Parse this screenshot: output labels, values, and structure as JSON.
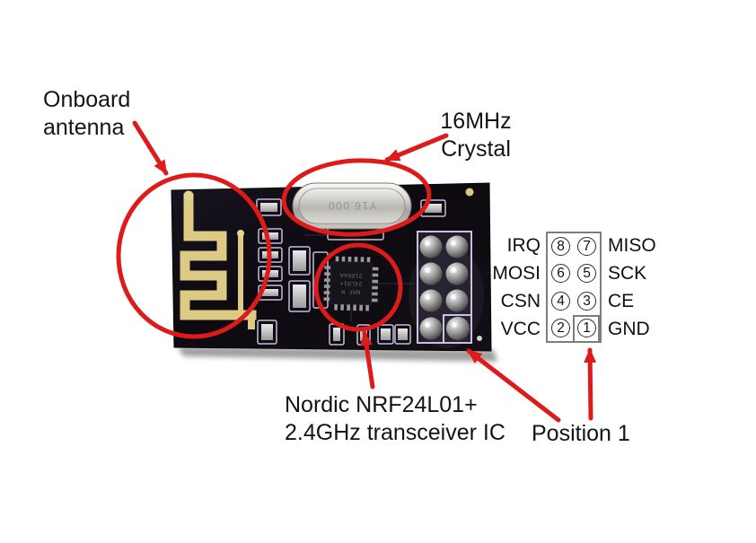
{
  "colors": {
    "annotation_red": "#dd1b1b",
    "board_black": "#0e0b10",
    "antenna_gold": "#ddcb85",
    "pad_outline_lavender": "#cdbfde"
  },
  "labels": {
    "antenna": {
      "line1": "Onboard",
      "line2": "antenna"
    },
    "crystal": {
      "line1": "16MHz",
      "line2": "Crystal"
    },
    "transceiver": {
      "line1": "Nordic NRF24L01+",
      "line2": "2.4GHz transceiver IC"
    },
    "position": "Position 1"
  },
  "pinout": {
    "rows": [
      {
        "left_label": "IRQ",
        "left_pin": "8",
        "right_pin": "7",
        "right_label": "MISO"
      },
      {
        "left_label": "MOSI",
        "left_pin": "6",
        "right_pin": "5",
        "right_label": "SCK"
      },
      {
        "left_label": "CSN",
        "left_pin": "4",
        "right_pin": "3",
        "right_label": "CE"
      },
      {
        "left_label": "VCC",
        "left_pin": "2",
        "right_pin": "1",
        "right_label": "GND"
      }
    ]
  },
  "module": {
    "crystal_marking": "Y16.000",
    "chip_marking": [
      "NRF M",
      "24L01+",
      "2106AA"
    ]
  }
}
